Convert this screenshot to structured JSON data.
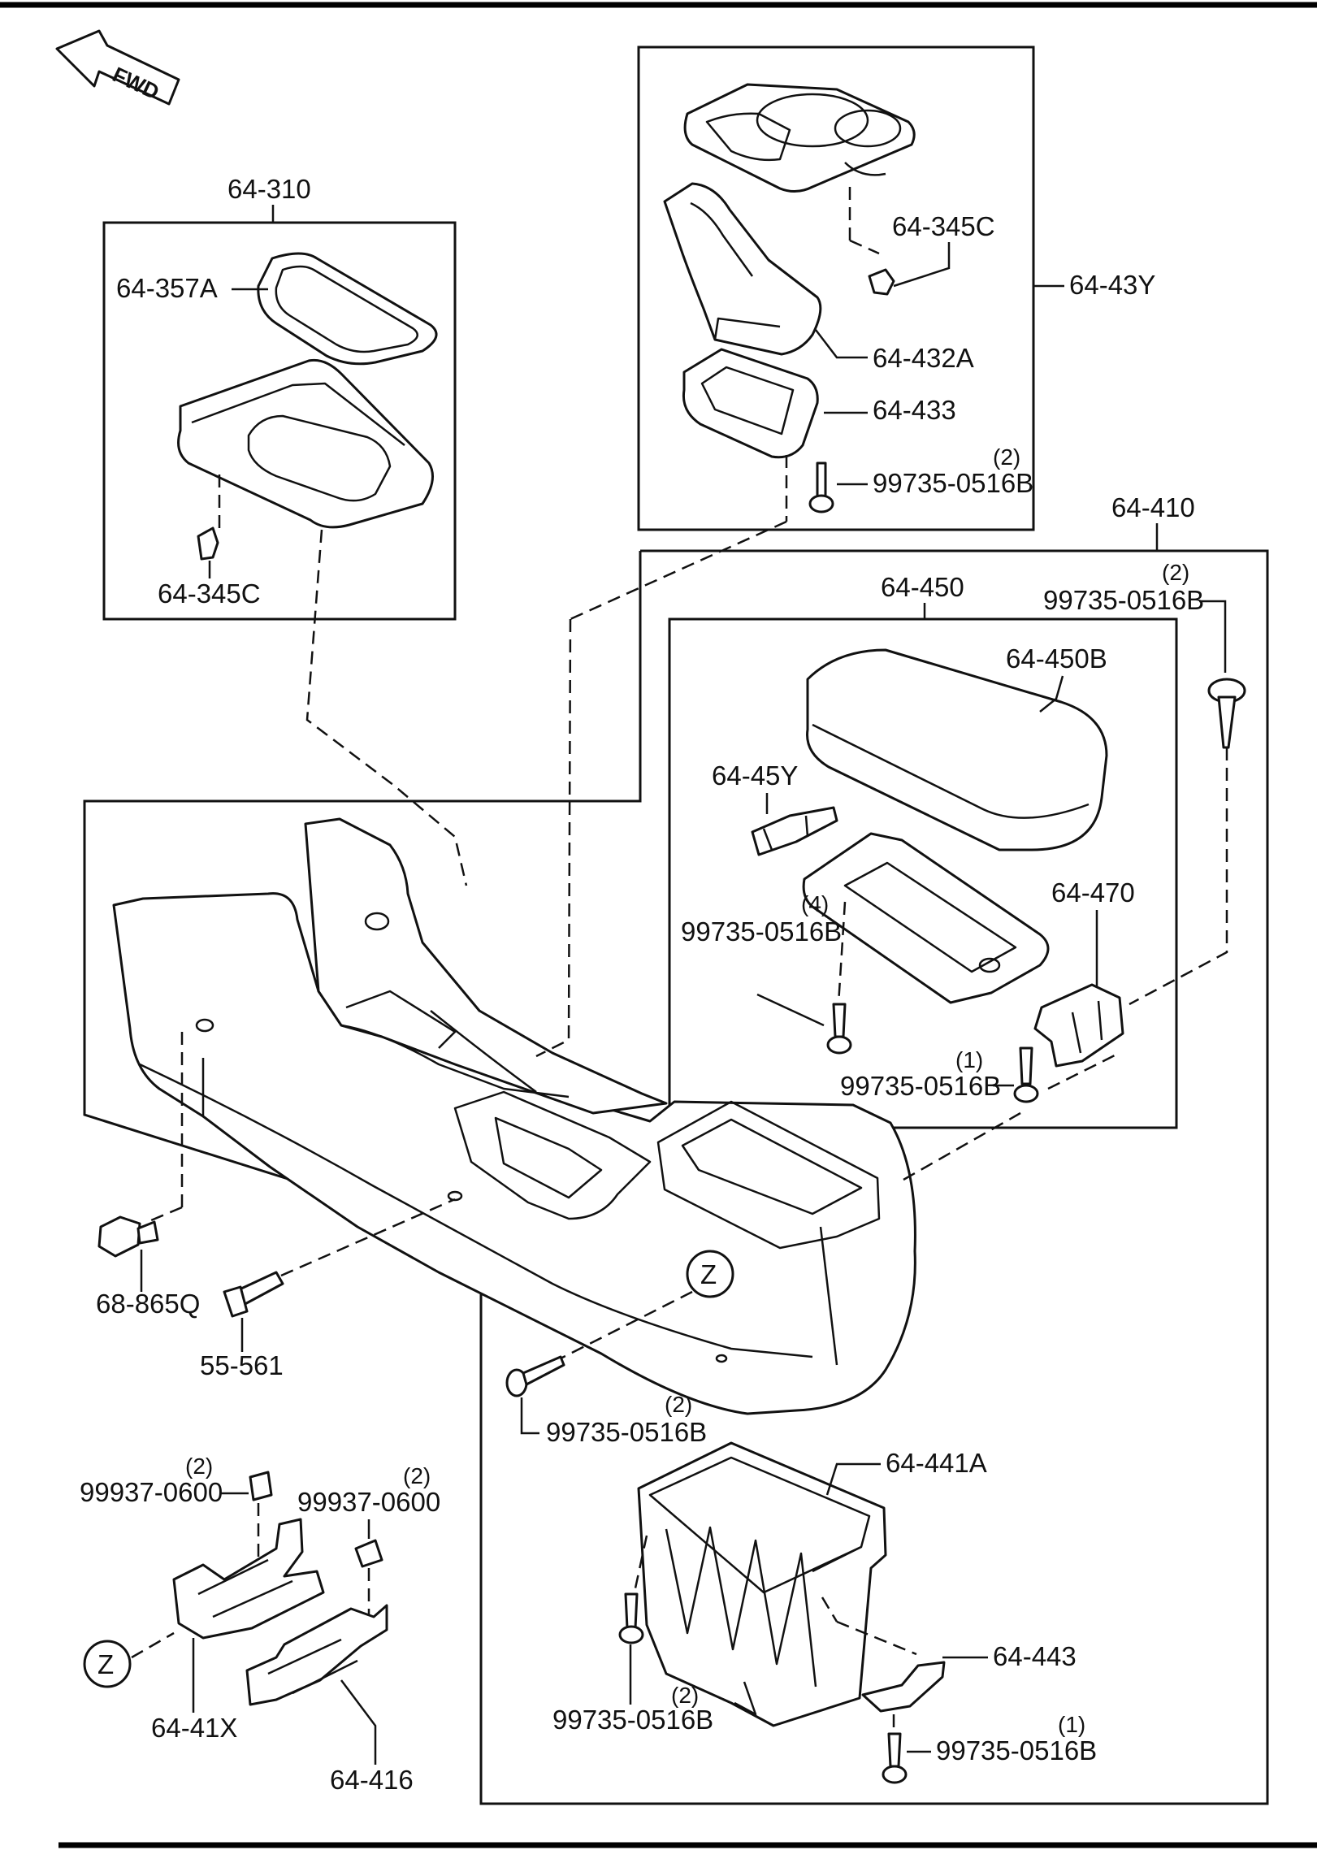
{
  "diagram": {
    "fwd_arrow": "FWD",
    "groups": {
      "shift_panel": "64-310",
      "cup_holder": "64-43Y",
      "rear_console": "64-410",
      "armrest": "64-450"
    },
    "parts": {
      "p_357a": "64-357A",
      "p_345c_left": "64-345C",
      "p_345c_right": "64-345C",
      "p_432a": "64-432A",
      "p_433": "64-433",
      "p_450b": "64-450B",
      "p_45y": "64-45Y",
      "p_470": "64-470",
      "p_441a": "64-441A",
      "p_443": "64-443",
      "p_41x": "64-41X",
      "p_416": "64-416",
      "p_68_865q": "68-865Q",
      "p_55_561": "55-561"
    },
    "fasteners": [
      {
        "key": "screw_cup",
        "code": "99735-0516B",
        "qty": "(2)"
      },
      {
        "key": "screw_top",
        "code": "99735-0516B",
        "qty": "(2)"
      },
      {
        "key": "screw_arm4",
        "code": "99735-0516B",
        "qty": "(4)"
      },
      {
        "key": "screw_arm1",
        "code": "99735-0516B",
        "qty": "(1)"
      },
      {
        "key": "screw_z",
        "code": "99735-0516B",
        "qty": "(2)"
      },
      {
        "key": "screw_bin",
        "code": "99735-0516B",
        "qty": "(2)"
      },
      {
        "key": "screw_443",
        "code": "99735-0516B",
        "qty": "(1)"
      },
      {
        "key": "nut_left",
        "code": "99937-0600",
        "qty": "(2)"
      },
      {
        "key": "nut_right",
        "code": "99937-0600",
        "qty": "(2)"
      }
    ],
    "reference_markers": [
      "Z",
      "Z"
    ]
  }
}
